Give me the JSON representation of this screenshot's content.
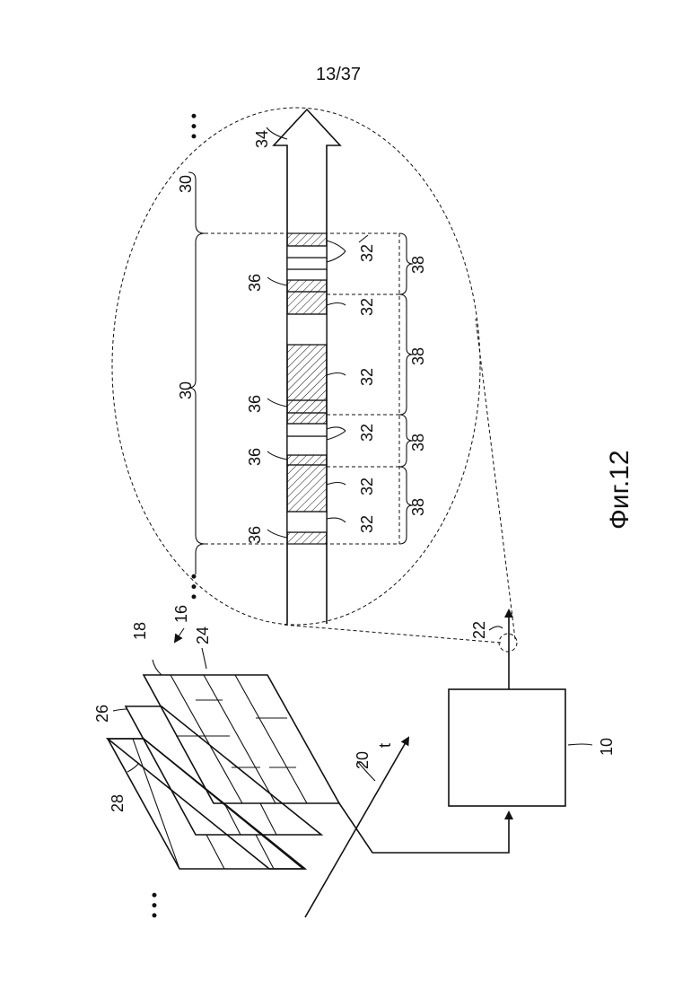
{
  "page_number": "13/37",
  "figure_caption": "Фиг.12",
  "labels": {
    "encoder": "10",
    "video": "16",
    "picture_18": "18",
    "time_axis": "20",
    "time_symbol": "t",
    "datastream": "22",
    "slice": "24",
    "picture_26": "26",
    "picture_28": "28",
    "access_unit": "30",
    "payload_packet": "32",
    "stream_arrow": "34",
    "prefix_packet": "36",
    "decoding_unit": "38"
  },
  "ellipsis": "• • •"
}
